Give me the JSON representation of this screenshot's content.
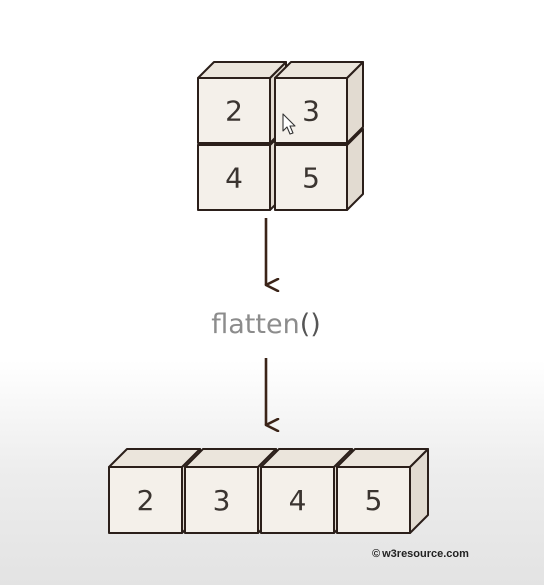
{
  "colors": {
    "cube_front": "#f4f0ea",
    "cube_side": "#e2dbd1",
    "cube_top": "#ebe5dc",
    "cube_stroke": "#2b1f1a",
    "arrow": "#3b2418"
  },
  "diagram": {
    "input_grid": {
      "rows": [
        [
          "2",
          "3"
        ],
        [
          "4",
          "5"
        ]
      ]
    },
    "function_name": "flatten",
    "function_parens": "()",
    "output_row": [
      "2",
      "3",
      "4",
      "5"
    ]
  },
  "credit": {
    "symbol": "©",
    "text": "w3resource.com"
  },
  "cursor_icon": "mouse-pointer-icon"
}
